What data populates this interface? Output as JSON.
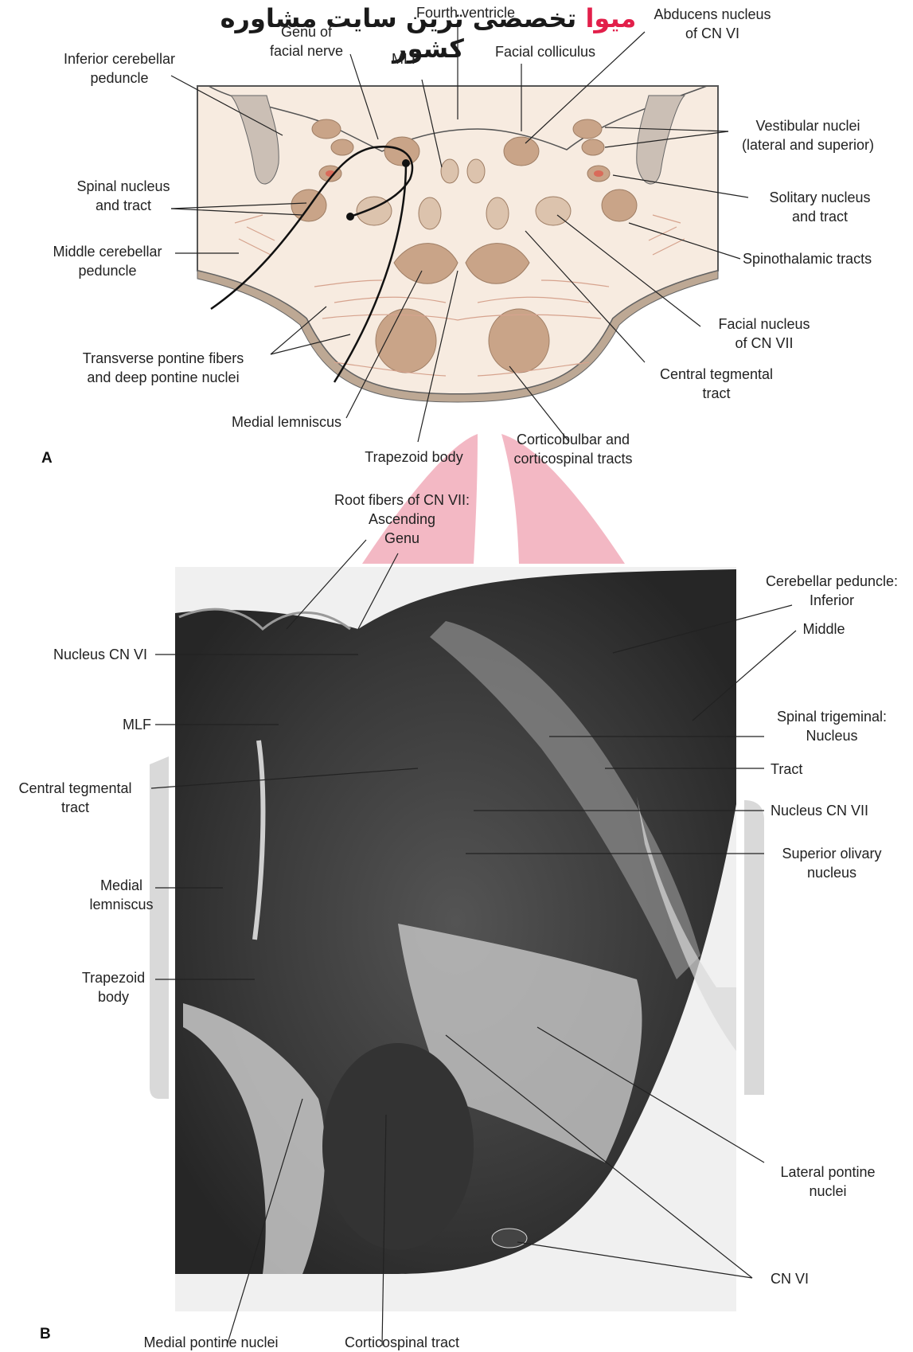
{
  "watermark": {
    "brand": "میوا",
    "text": "تخصصی ترین سایت مشاوره کشور"
  },
  "panel_a": {
    "letter": "A",
    "labels": {
      "fourth_ventricle": "Fourth ventricle",
      "genu_facial": "Genu of\nfacial nerve",
      "abducens": "Abducens nucleus\nof CN VI",
      "inf_cereb": "Inferior cerebellar\npeduncle",
      "mlf": "MLF",
      "facial_colliculus": "Facial colliculus",
      "vestibular": "Vestibular nuclei\n(lateral and superior)",
      "spinal_nucleus": "Spinal nucleus\nand tract",
      "solitary": "Solitary nucleus\nand tract",
      "middle_cereb": "Middle cerebellar\npeduncle",
      "spinothalamic": "Spinothalamic tracts",
      "facial_nucleus": "Facial nucleus\nof CN VII",
      "transverse": "Transverse pontine fibers\nand deep pontine nuclei",
      "central_teg": "Central tegmental\ntract",
      "medial_lemniscus": "Medial lemniscus",
      "trapezoid": "Trapezoid body",
      "corticobulbar": "Corticobulbar and\ncorticospinal tracts"
    }
  },
  "panel_b": {
    "letter": "B",
    "labels": {
      "root_fibers": "Root fibers of CN VII:\nAscending\nGenu",
      "cereb_peduncle": "Cerebellar peduncle:\nInferior",
      "middle": "Middle",
      "nucleus_cn6": "Nucleus CN VI",
      "spinal_trig": "Spinal trigeminal:\nNucleus",
      "mlf": "MLF",
      "tract": "Tract",
      "central_teg": "Central tegmental\ntract",
      "nucleus_cn7": "Nucleus CN VII",
      "sup_olivary": "Superior olivary\nnucleus",
      "medial_lemniscus": "Medial\nlemniscus",
      "trapezoid": "Trapezoid\nbody",
      "lateral_pontine": "Lateral pontine\nnuclei",
      "cn6": "CN VI",
      "medial_pontine": "Medial pontine nuclei",
      "corticospinal": "Corticospinal tract"
    }
  },
  "colors": {
    "tissue": "#f7ebe0",
    "nucleus": "#c9a488",
    "nucleus_light": "#dcc3ad",
    "pink": "#f3b8c4",
    "micrograph": "#2e2e2e"
  }
}
